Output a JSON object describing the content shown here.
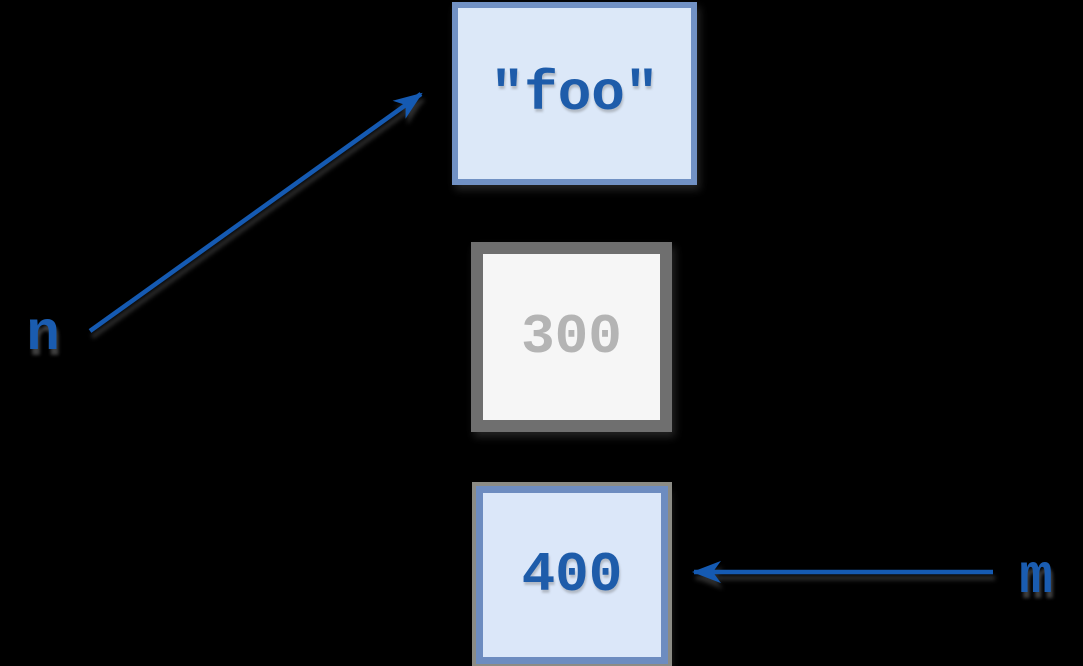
{
  "background": "#000000",
  "objects": [
    {
      "id": "string-object",
      "label": "\"foo\"",
      "fill": "#dce8f8",
      "border_color": "#7191c4",
      "text_color": "#1e5caa"
    },
    {
      "id": "old-int-object",
      "label": "300",
      "fill": "#f6f6f6",
      "border_color": "#6f6f6f",
      "text_color": "#b4b4b4"
    },
    {
      "id": "int-object",
      "label": "400",
      "fill": "#dbe7f9",
      "border_color": "#6d8cc0",
      "outer_border_color": "#8b8b85",
      "text_color": "#1e5caa"
    }
  ],
  "variables": [
    {
      "name": "n",
      "color": "#1a5cb0"
    },
    {
      "name": "m",
      "color": "#1a5cb0"
    }
  ],
  "arrows": [
    {
      "id": "n-to-foo",
      "from": "n",
      "to": "string-object",
      "color": "#155ab2"
    },
    {
      "id": "m-to-400",
      "from": "m",
      "to": "int-object",
      "color": "#155ab2"
    }
  ]
}
